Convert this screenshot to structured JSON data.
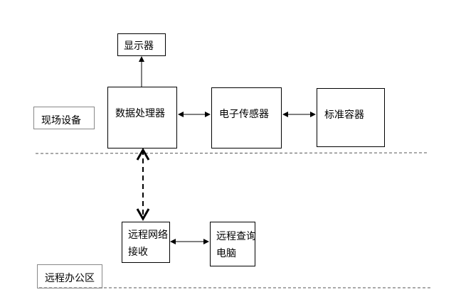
{
  "zones": {
    "onsite": "现场设备",
    "remote": "远程办公区"
  },
  "nodes": {
    "display": "显示器",
    "processor": "数据处理器",
    "sensor": "电子传感器",
    "standard": "标准容器",
    "receiver": "远程网络接收",
    "query_pc": "远程查询电脑"
  }
}
